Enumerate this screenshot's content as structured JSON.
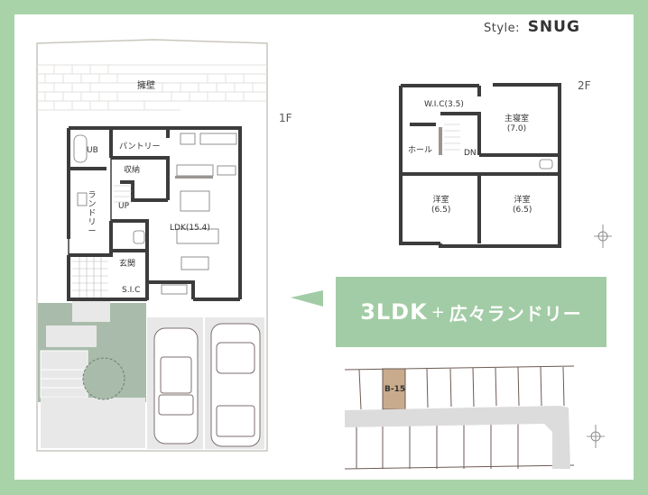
{
  "header": {
    "style_prefix": "Style:",
    "style_name": "SNUG"
  },
  "floor_1": {
    "label": "1F",
    "wall_label": "擁壁",
    "rooms": {
      "ub": "UB",
      "pantry": "パントリー",
      "storage": "収納",
      "laundry": "ランドリー",
      "up": "UP",
      "ldk": "LDK(15.4)",
      "entrance": "玄関",
      "sic": "S.I.C"
    }
  },
  "floor_2": {
    "label": "2F",
    "rooms": {
      "wic": "W.I.C(3.5)",
      "master_bedroom": "主寝室",
      "master_bedroom_size": "(7.0)",
      "hall": "ホール",
      "dn": "DN",
      "western_room_1": "洋室",
      "western_room_1_size": "(6.5)",
      "western_room_2": "洋室",
      "western_room_2_size": "(6.5)"
    }
  },
  "callout": {
    "main": "3LDK",
    "plus": "+",
    "rest": "広々ランドリー"
  },
  "site_map": {
    "lot_label": "B-15"
  },
  "colors": {
    "frame": "#a8d3a9",
    "callout_bg": "#a2cca5",
    "lot_highlight": "#c8ab8c",
    "road": "#dcdcdc",
    "garden": "#a9bcab",
    "wall": "#3c3c3c"
  }
}
